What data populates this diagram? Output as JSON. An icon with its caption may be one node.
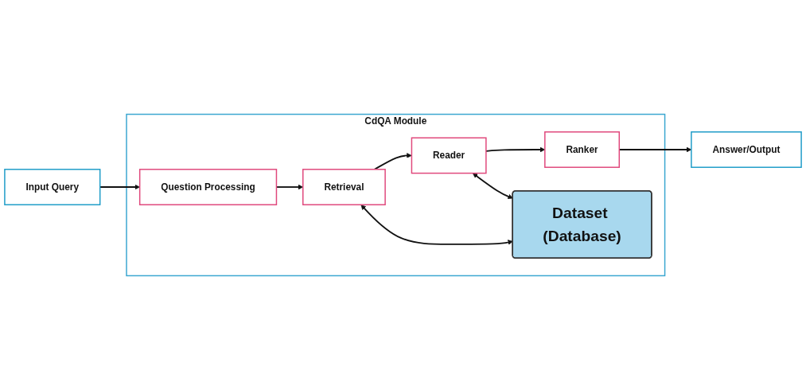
{
  "diagram": {
    "nodes": [
      {
        "text": [
          "Input Query"
        ]
      },
      {
        "text": [
          "CdQA Module"
        ]
      },
      {
        "text": [
          "Question Processing"
        ],
        "in": 1
      },
      {
        "text": [
          "Retrieval"
        ],
        "in": 1
      },
      {
        "text": [
          "Reader"
        ],
        "in": 1
      },
      {
        "text": [
          "Ranker"
        ],
        "in": 1
      },
      {
        "text": [
          "Dataset (Database)"
        ],
        "in": 1
      },
      {
        "text": [
          "Answer/Output"
        ]
      }
    ],
    "edges": [
      {
        "from": 0,
        "to": 2,
        "arrow": "to"
      },
      {
        "from": 2,
        "to": 3,
        "arrow": "to"
      },
      {
        "from": 3,
        "to": 4,
        "arrow": "to"
      },
      {
        "from": 4,
        "to": 5,
        "arrow": "to"
      },
      {
        "from": 5,
        "to": 7,
        "arrow": "to"
      },
      {
        "from": 3,
        "to": 6,
        "arrow": "both"
      },
      {
        "from": 4,
        "to": 6,
        "arrow": "both"
      }
    ]
  }
}
